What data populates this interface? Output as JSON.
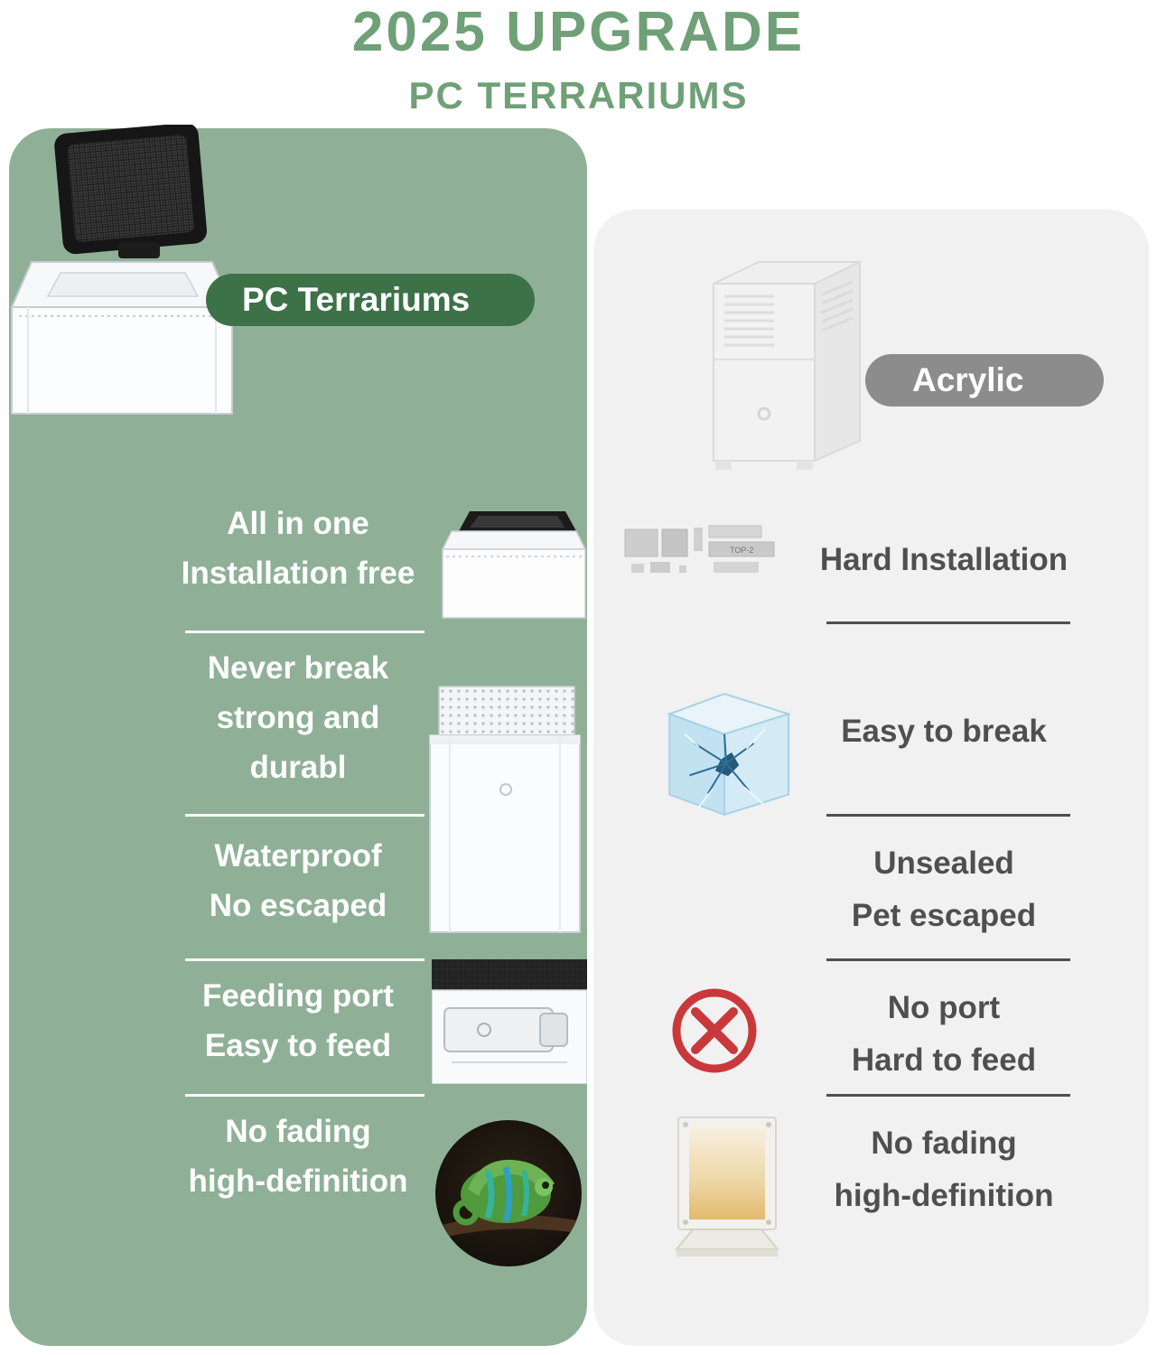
{
  "header": {
    "title": "2025 UPGRADE",
    "subtitle": "PC TERRARIUMS"
  },
  "colors": {
    "brand_green": "#6FA077",
    "panel_green": "#8FB096",
    "badge_green": "#3D7147",
    "badge_gray": "#8C8C8C",
    "panel_gray": "#F1F1F1",
    "text_dark": "#4F4F4F",
    "no_symbol_red": "#C9383B"
  },
  "left_panel": {
    "badge": "PC Terrariums",
    "images": [
      "pc-terrarium-photo",
      "pc-terrarium-small-photo",
      "pc-terrarium-tall-photo",
      "feeding-port-photo",
      "chameleon-photo"
    ],
    "rows": [
      {
        "lines": [
          "All in one",
          "Installation free"
        ]
      },
      {
        "lines": [
          "Never break",
          "strong and",
          "durabl"
        ]
      },
      {
        "lines": [
          "Waterproof",
          "No escaped"
        ]
      },
      {
        "lines": [
          "Feeding port",
          "Easy to feed"
        ]
      },
      {
        "lines": [
          "No fading",
          "high-definition"
        ]
      }
    ]
  },
  "right_panel": {
    "badge": "Acrylic",
    "parts_label": "TOP-2",
    "images": [
      "acrylic-terrarium-photo",
      "acrylic-panels-photo",
      "cracked-cube-photo",
      "no-symbol-icon",
      "photo-frame-photo"
    ],
    "rows": [
      {
        "lines": [
          "Hard Installation"
        ]
      },
      {
        "lines": [
          "Easy to break"
        ]
      },
      {
        "lines": [
          "Unsealed",
          "Pet escaped"
        ]
      },
      {
        "lines": [
          "No port",
          "Hard to feed"
        ]
      },
      {
        "lines": [
          "No fading",
          "high-definition"
        ]
      }
    ]
  }
}
